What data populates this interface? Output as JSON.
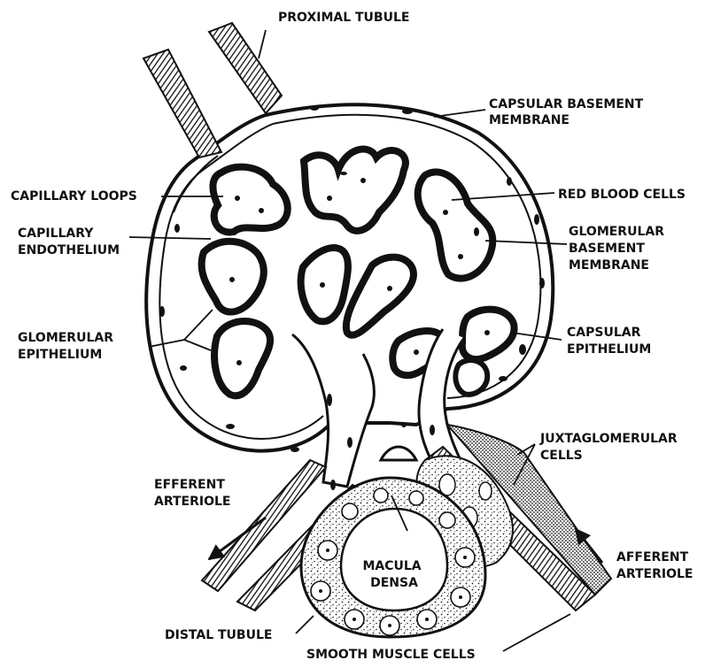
{
  "colors": {
    "ink": "#111111",
    "paper": "#ffffff"
  },
  "labels": {
    "proximal_tubule": [
      "PROXIMAL TUBULE"
    ],
    "capsular_basement_membrane": [
      "CAPSULAR BASEMENT",
      "MEMBRANE"
    ],
    "capillary_loops": [
      "CAPILLARY LOOPS"
    ],
    "red_blood_cells": [
      "RED BLOOD CELLS"
    ],
    "capillary_endothelium": [
      "CAPILLARY",
      "ENDOTHELIUM"
    ],
    "glomerular_basement_membrane": [
      "GLOMERULAR",
      "BASEMENT",
      "MEMBRANE"
    ],
    "glomerular_epithelium": [
      "GLOMERULAR",
      "EPITHELIUM"
    ],
    "capsular_epithelium": [
      "CAPSULAR",
      "EPITHELIUM"
    ],
    "juxtaglomerular_cells": [
      "JUXTAGLOMERULAR",
      "CELLS"
    ],
    "efferent_arteriole": [
      "EFFERENT",
      "ARTERIOLE"
    ],
    "afferent_arteriole": [
      "AFFERENT",
      "ARTERIOLE"
    ],
    "macula_densa": [
      "MACULA",
      "DENSA"
    ],
    "distal_tubule": [
      "DISTAL TUBULE"
    ],
    "smooth_muscle_cells": [
      "SMOOTH MUSCLE CELLS"
    ]
  }
}
